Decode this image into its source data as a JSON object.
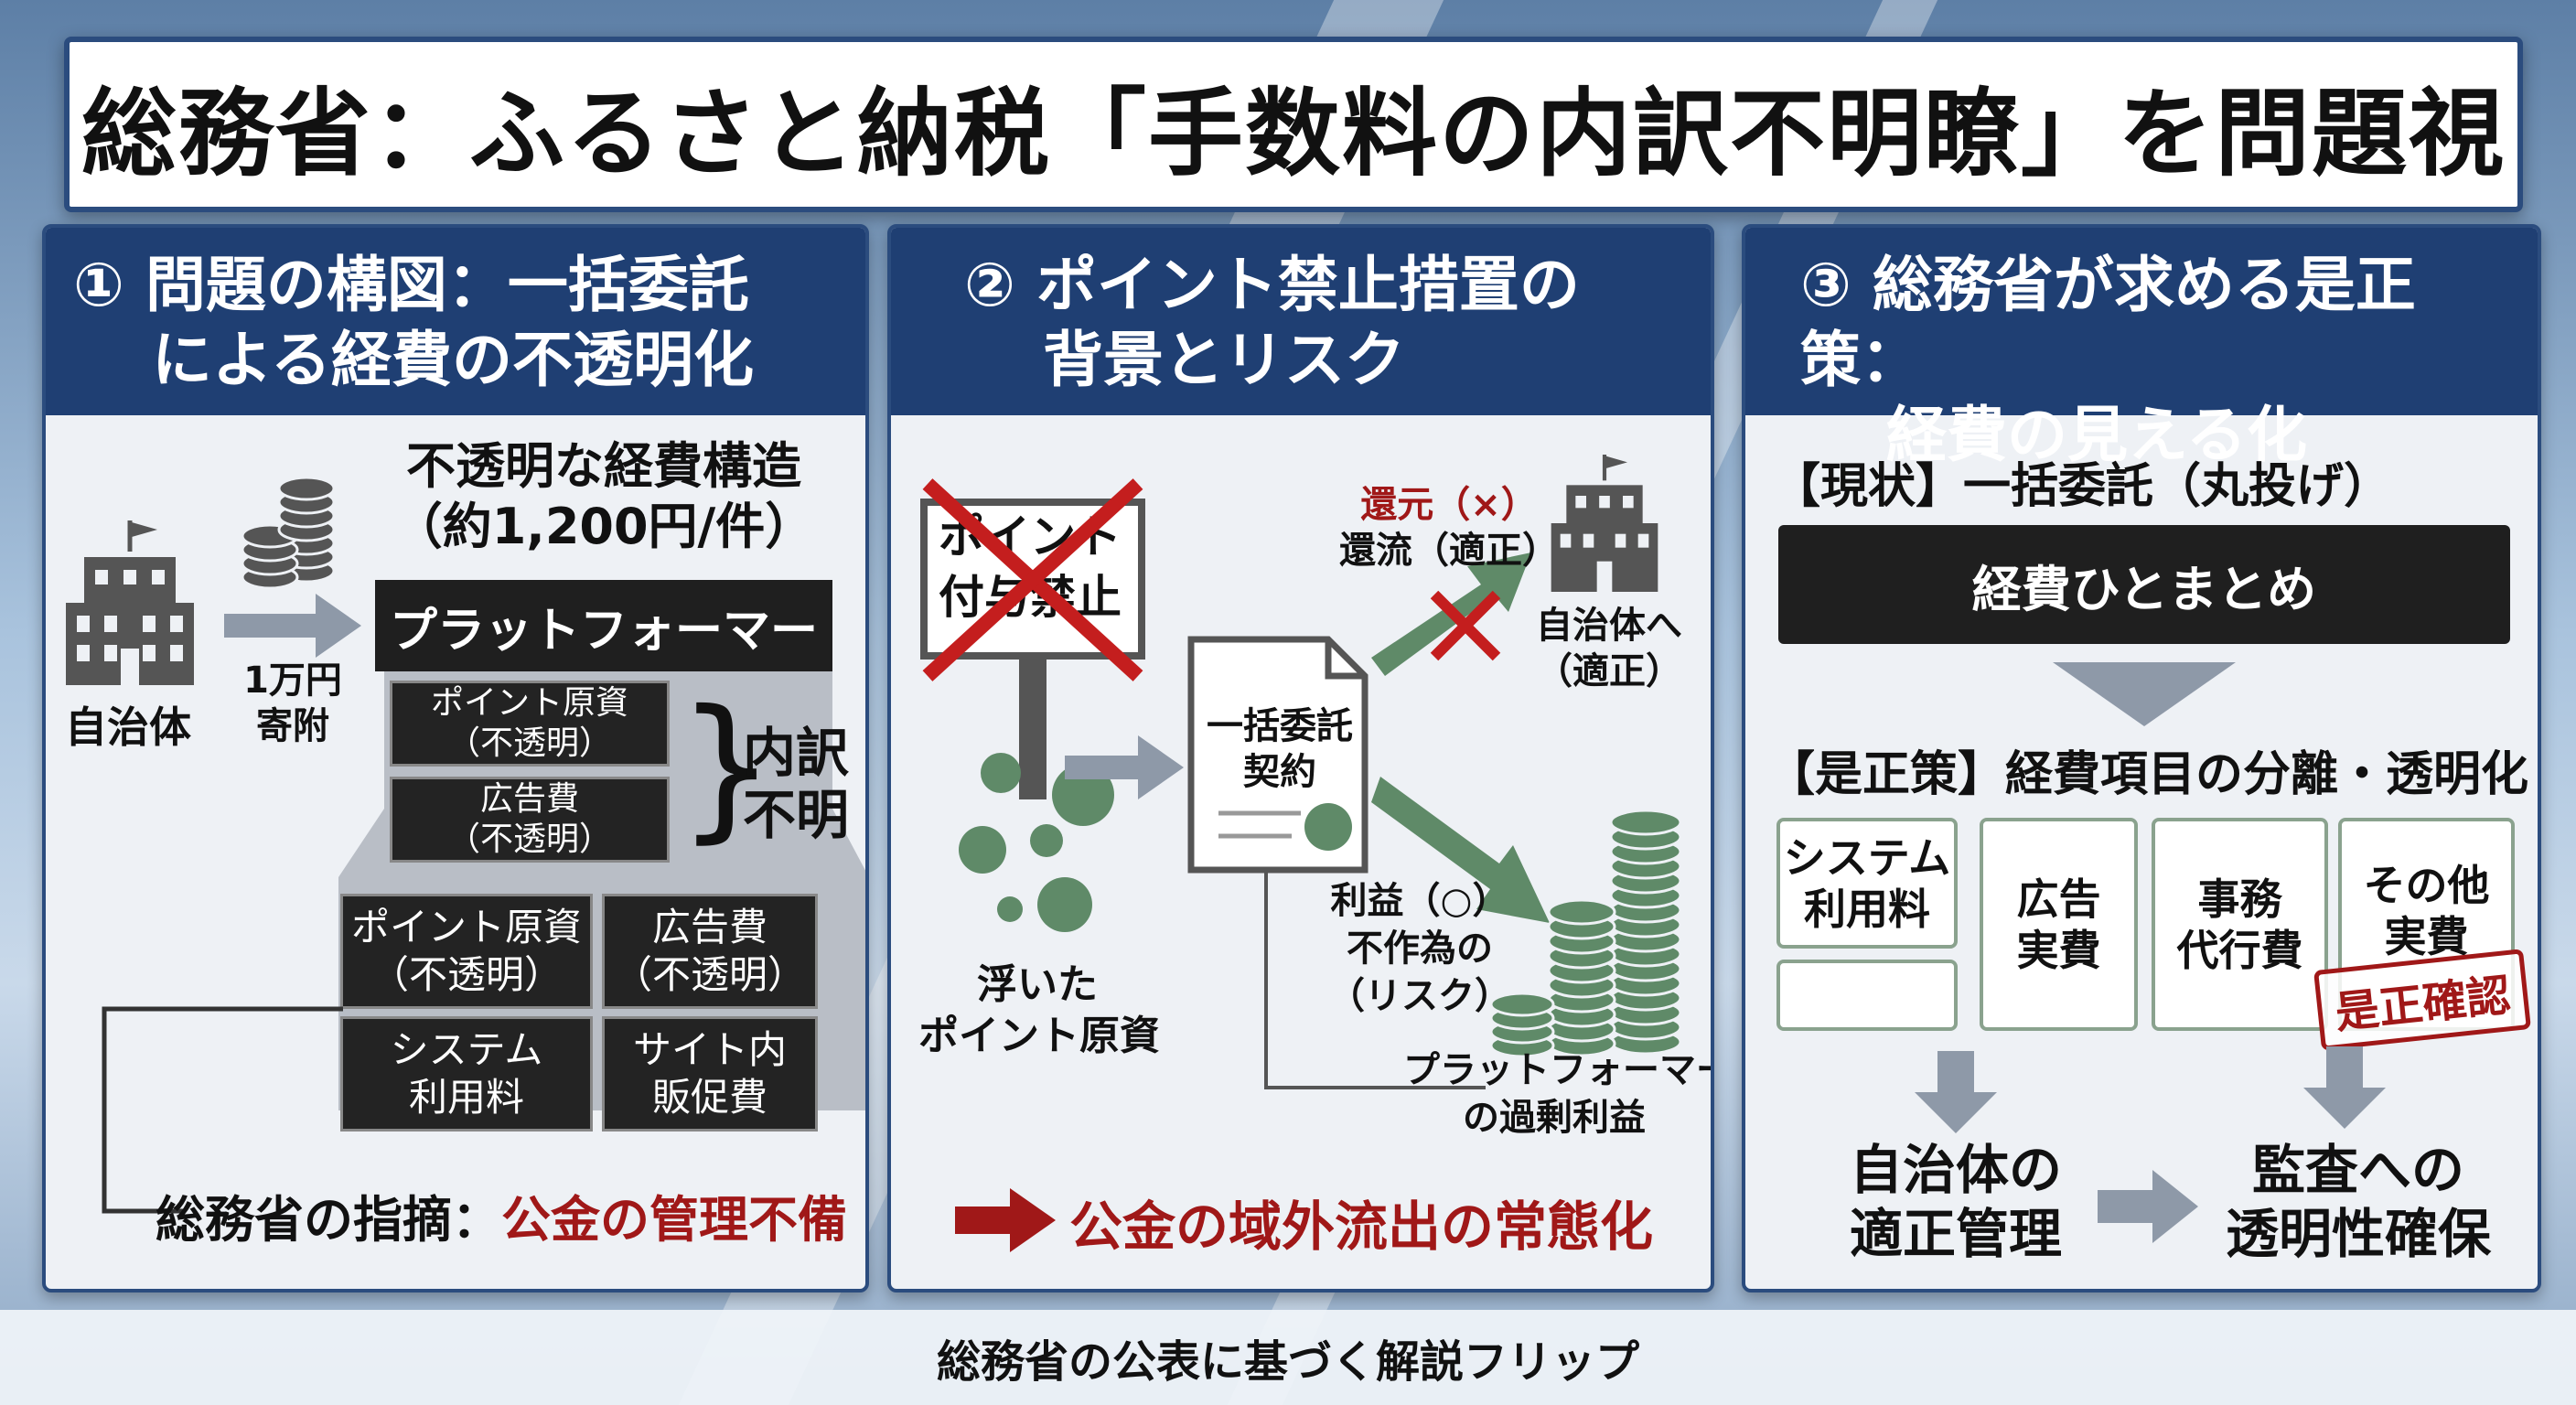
{
  "title": "総務省：ふるさと納税「手数料の内訳不明瞭」を問題視",
  "panel1": {
    "heading_line1": "① 問題の構図：一括委託",
    "heading_line2": "による経費の不透明化",
    "structure_title_line1": "不透明な経費構造",
    "structure_title_line2": "（約1,200円/件）",
    "municipality_label": "自治体",
    "donation_line1": "1万円",
    "donation_line2": "寄附",
    "platformer_label": "プラットフォーマー",
    "inner_items": [
      {
        "line1": "ポイント原資",
        "line2": "（不透明）"
      },
      {
        "line1": "広告費",
        "line2": "（不透明）"
      }
    ],
    "breakdown_line1": "内訳",
    "breakdown_line2": "不明",
    "grid_items": [
      {
        "line1": "ポイント原資",
        "line2": "（不透明）"
      },
      {
        "line1": "広告費",
        "line2": "（不透明）"
      },
      {
        "line1": "システム",
        "line2": "利用料"
      },
      {
        "line1": "サイト内",
        "line2": "販促費"
      }
    ],
    "finding_prefix": "総務省の指摘：",
    "finding_highlight": "公金の管理不備"
  },
  "panel2": {
    "heading_line1": "② ポイント禁止措置の",
    "heading_line2": "背景とリスク",
    "sign_line1": "ポイント",
    "sign_line2": "付与禁止",
    "floating_line1": "浮いた",
    "floating_line2": "ポイント原資",
    "contract_line1": "一括委託",
    "contract_line2": "契約",
    "return_label": "還元（×）",
    "reflux_label": "還流（適正）",
    "municipality_line1": "自治体へ",
    "municipality_line2": "（適正）",
    "profit_line1": "利益（○）",
    "profit_line2": "不作為の",
    "profit_line3": "（リスク）",
    "excess_line1": "プラットフォーマー",
    "excess_line2": "の過剰利益",
    "conclusion": "公金の域外流出の常態化"
  },
  "panel3": {
    "heading_line1": "③ 総務省が求める是正策：",
    "heading_line2": "経費の見える化",
    "current_label": "【現状】一括委託（丸投げ）",
    "bundle_label": "経費ひとまとめ",
    "fix_label": "【是正策】経費項目の分離・透明化",
    "items": [
      {
        "line1": "システム",
        "line2": "利用料"
      },
      {
        "line1": "広告",
        "line2": "実費"
      },
      {
        "line1": "事務",
        "line2": "代行費"
      },
      {
        "line1": "その他",
        "line2": "実費"
      }
    ],
    "stamp": "是正確認",
    "outcome1_line1": "自治体の",
    "outcome1_line2": "適正管理",
    "outcome2_line1": "監査への",
    "outcome2_line2": "透明性確保"
  },
  "footer": "総務省の公表に基づく解説フリップ",
  "colors": {
    "navy": "#1f3f73",
    "accent_red": "#a01818",
    "green": "#5f8a68"
  }
}
